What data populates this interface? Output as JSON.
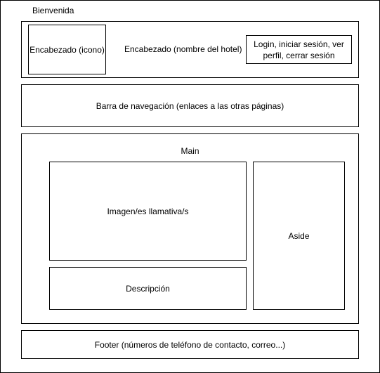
{
  "page": {
    "title": "Bienvenida"
  },
  "header": {
    "icon_label": "Encabezado (icono)",
    "hotel_name_label": "Encabezado (nombre del hotel)",
    "login_label": "Login, iniciar sesión, ver perfil, cerrar sesión"
  },
  "nav": {
    "label": "Barra de navegación (enlaces a las otras páginas)"
  },
  "main": {
    "label": "Main",
    "image_label": "Imagen/es llamativa/s",
    "description_label": "Descripción",
    "aside_label": "Aside"
  },
  "footer": {
    "label": "Footer (números de teléfono de contacto, correo...)"
  },
  "colors": {
    "stroke": "#000000",
    "fill": "#ffffff"
  }
}
